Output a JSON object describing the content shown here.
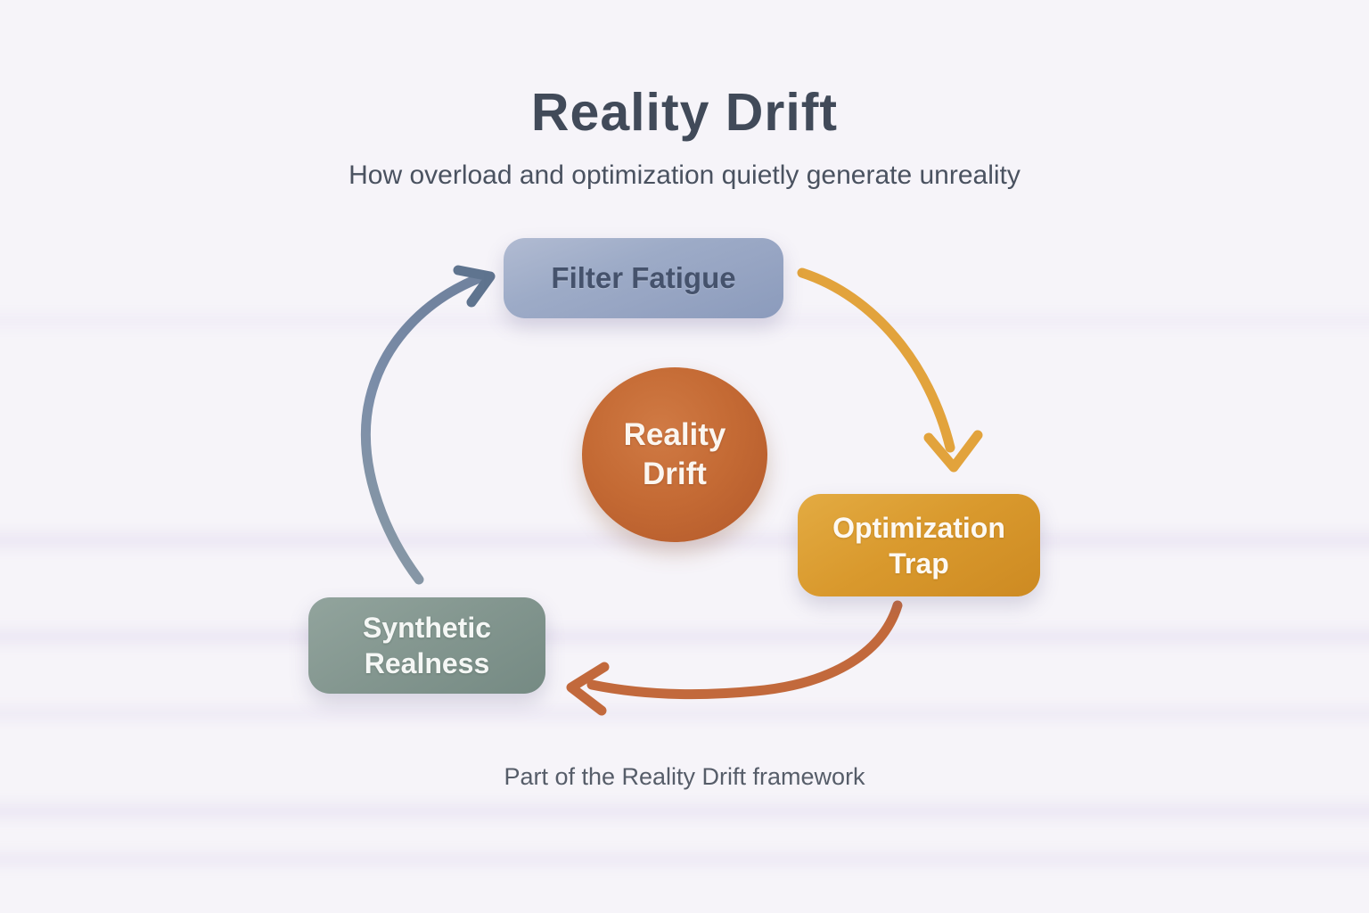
{
  "title": "Reality Drift",
  "subtitle": "How overload and optimization quietly generate unreality",
  "footer": "Part of the Reality Drift framework",
  "background_color": "#f6f4f9",
  "center_node": {
    "line1": "Reality",
    "line2": "Drift",
    "color": "#c46a34",
    "text_color": "#fbf6f0"
  },
  "nodes": {
    "filter_fatigue": {
      "label": "Filter Fatigue",
      "color": "#9dabc7",
      "text_color": "#45526c"
    },
    "optimization_trap": {
      "line1": "Optimization",
      "line2": "Trap",
      "color": "#d9992d",
      "text_color": "#fdf9f3"
    },
    "synthetic_realness": {
      "line1": "Synthetic",
      "line2": "Realness",
      "color": "#83968f",
      "text_color": "#f5f7f5"
    }
  },
  "arrows": {
    "filter_to_optimization": {
      "from": "Filter Fatigue",
      "to": "Optimization Trap",
      "color": "#e2a33c"
    },
    "optimization_to_synthetic": {
      "from": "Optimization Trap",
      "to": "Synthetic Realness",
      "color": "#c2693c"
    },
    "synthetic_to_filter": {
      "from": "Synthetic Realness",
      "to": "Filter Fatigue",
      "color": "#7c8ea9"
    }
  }
}
